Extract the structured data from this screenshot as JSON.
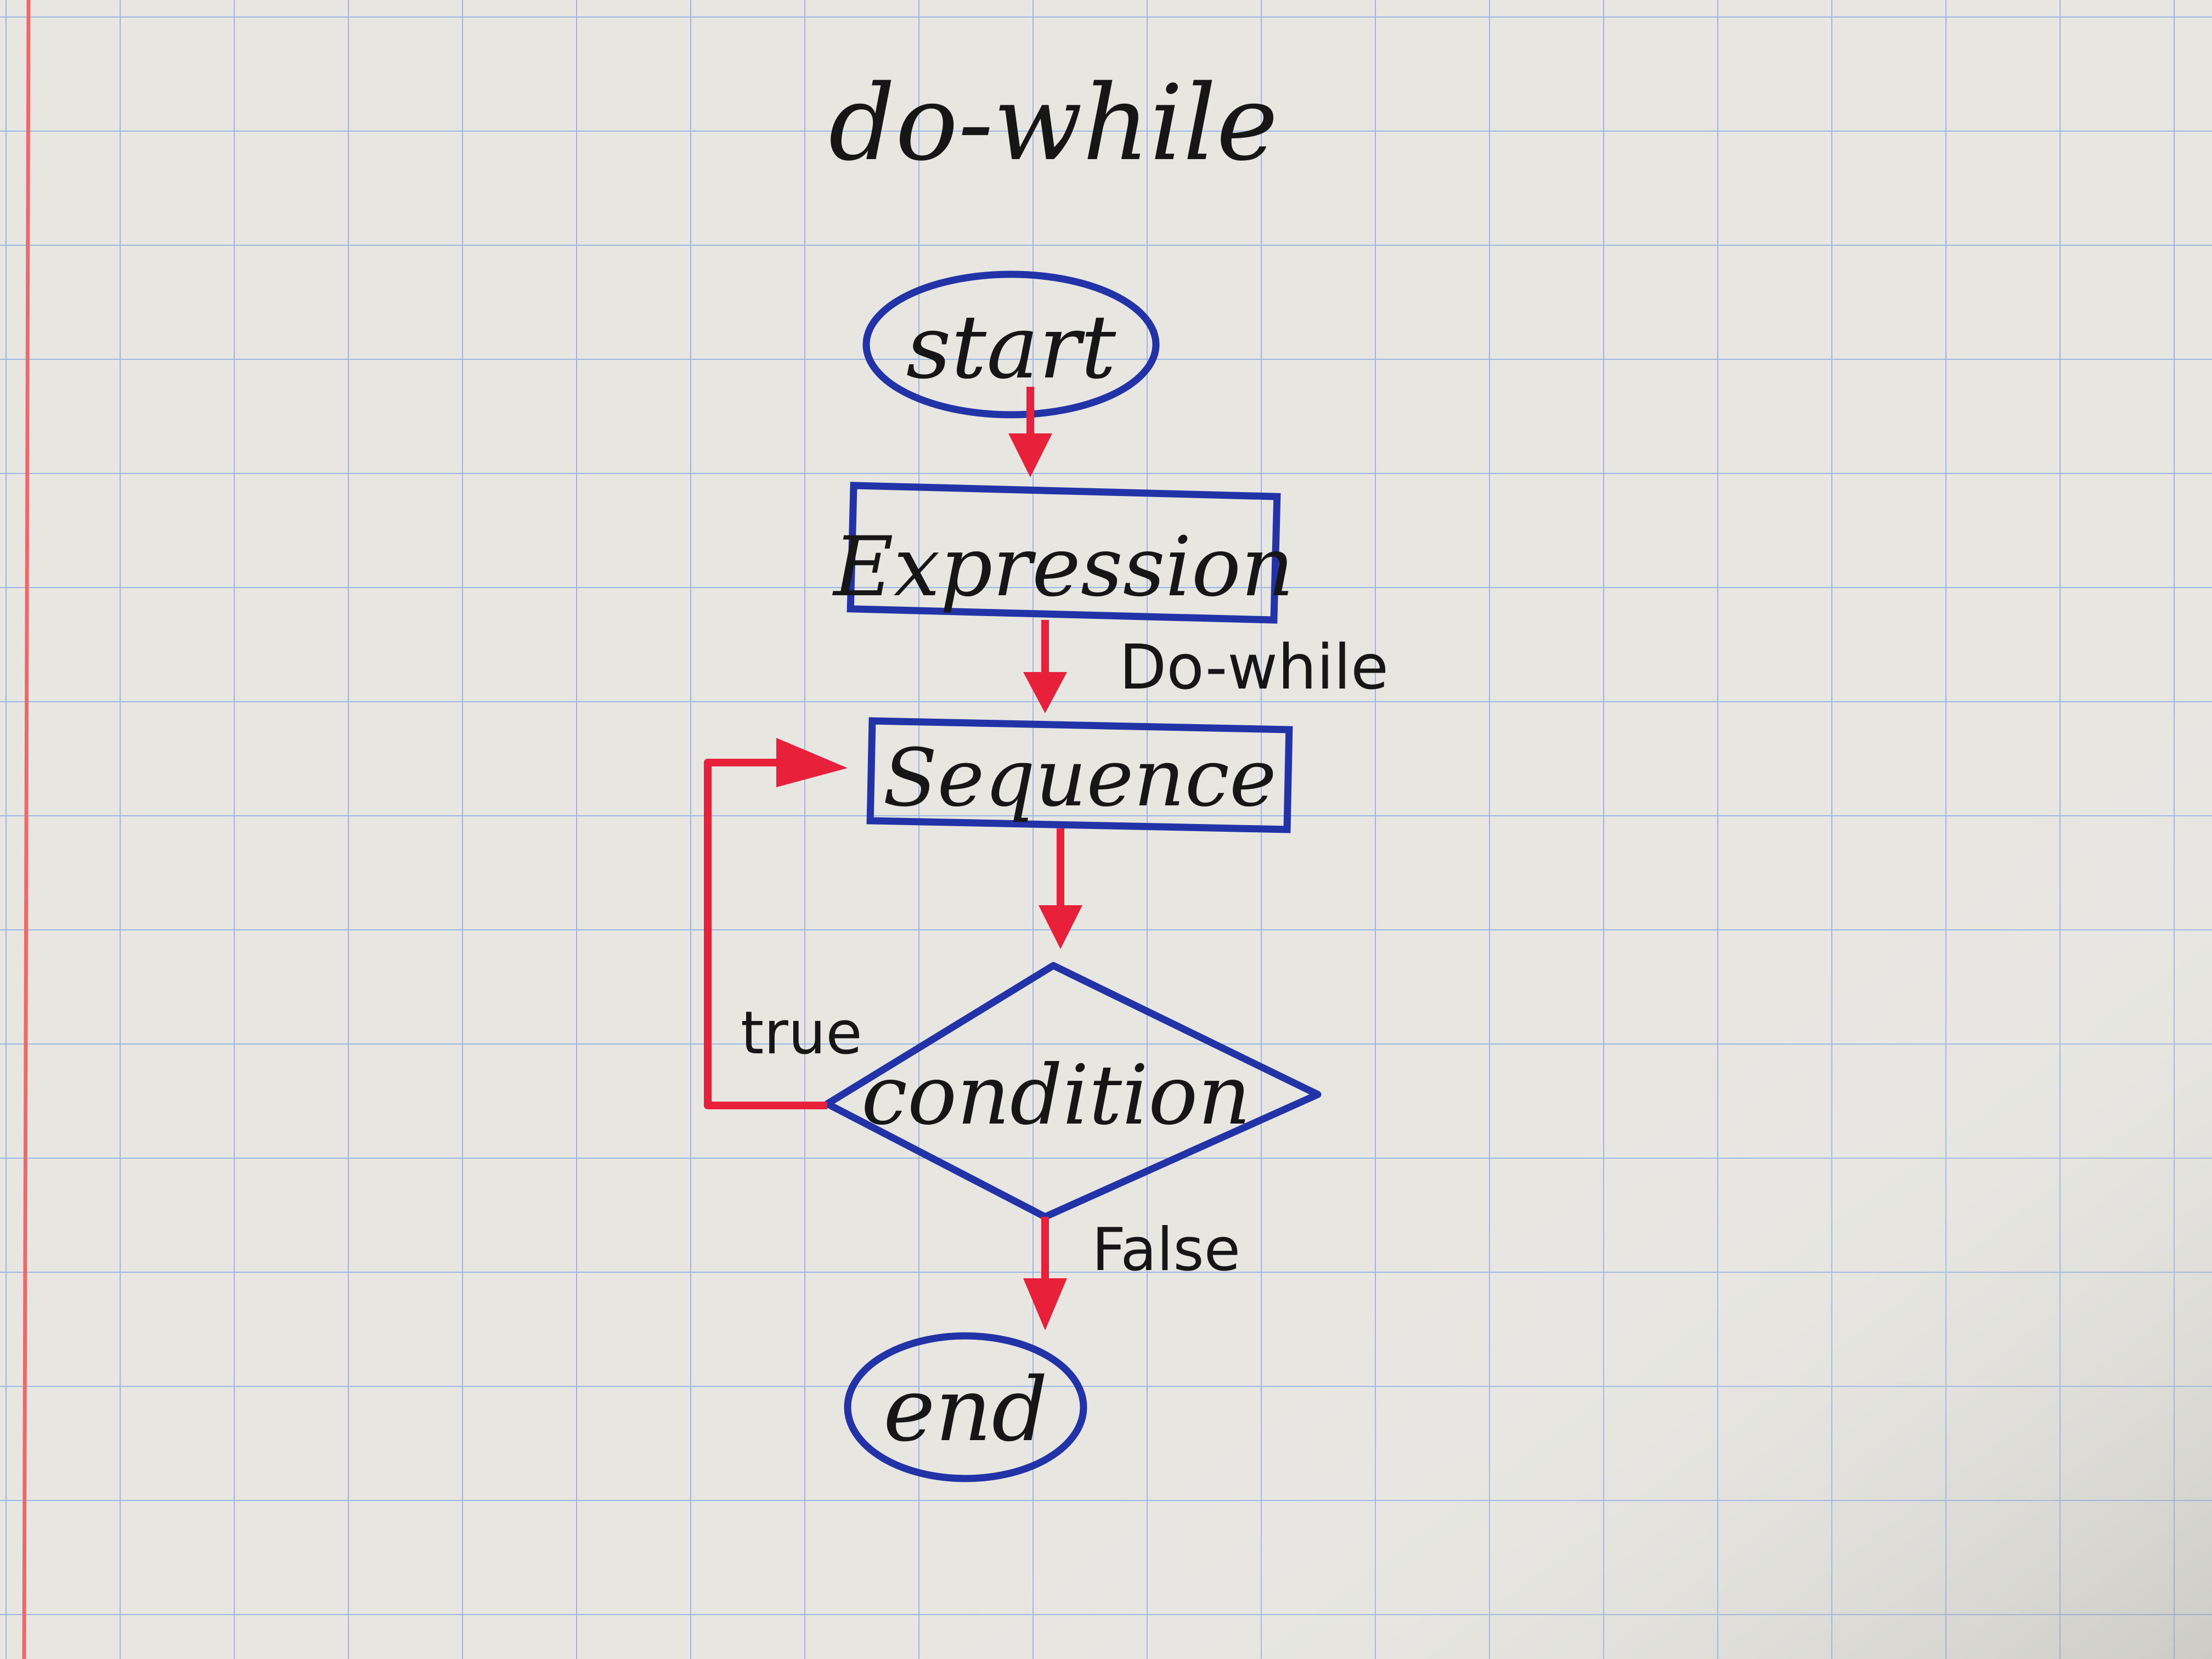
{
  "diagram": {
    "title": "do-while",
    "nodes": {
      "start": "start",
      "expression": "Expression",
      "sequence": "Sequence",
      "condition": "condition",
      "end": "end"
    },
    "edge_labels": {
      "expression_to_sequence": "Do-while",
      "condition_true": "true",
      "condition_false": "False"
    },
    "colors": {
      "paper": "#e7e6e1",
      "grid": "#8fb0df",
      "margin_line": "#ee6a6a",
      "shape_outline": "#2233a8",
      "arrow": "#e8203a",
      "ink": "#161616"
    }
  }
}
